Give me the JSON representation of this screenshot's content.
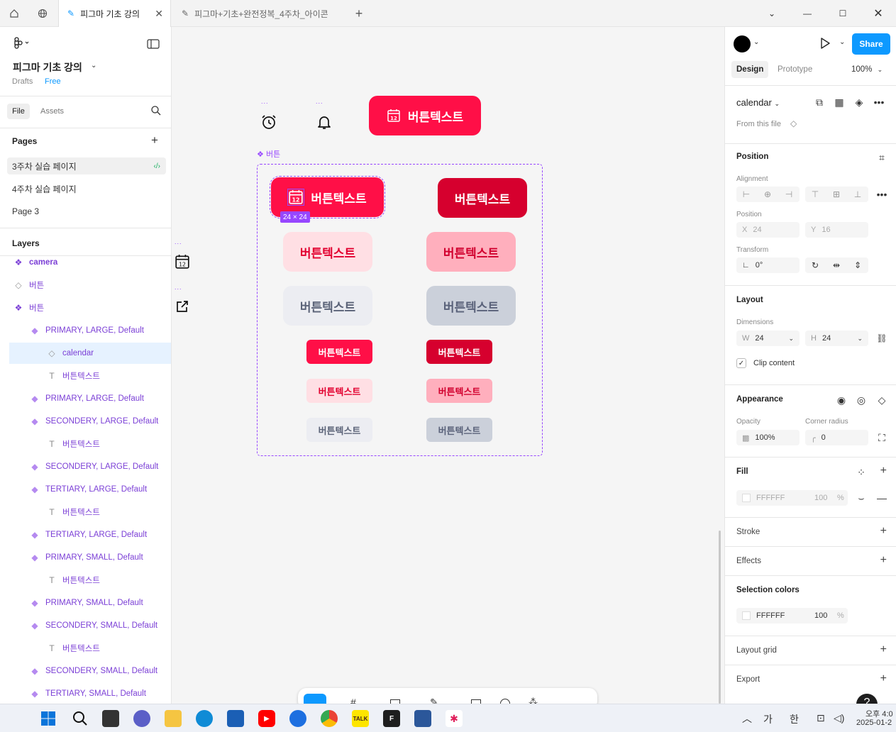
{
  "titlebar": {
    "tabs": [
      {
        "label": "피그마 기초 강의",
        "active": true
      },
      {
        "label": "피그마+기초+완전정복_4주차_아이콘",
        "active": false
      }
    ]
  },
  "left": {
    "project_title": "피그마 기초 강의",
    "drafts": "Drafts",
    "plan": "Free",
    "file_tab": "File",
    "assets_tab": "Assets",
    "pages_header": "Pages",
    "pages": [
      "3주차 실습 페이지",
      "4주차 실습 페이지",
      "Page 3"
    ],
    "layers_header": "Layers",
    "layers": [
      {
        "label": "camera",
        "icon": "component-set-icon",
        "indent": 0,
        "bold": true
      },
      {
        "label": "버튼",
        "icon": "instance-icon",
        "indent": 0
      },
      {
        "label": "버튼",
        "icon": "component-set-icon",
        "indent": 0
      },
      {
        "label": "PRIMARY, LARGE, Default",
        "icon": "component-icon",
        "indent": 1
      },
      {
        "label": "calendar",
        "icon": "instance-icon",
        "indent": 2,
        "selected": true
      },
      {
        "label": "버튼텍스트",
        "icon": "text-icon",
        "indent": 2
      },
      {
        "label": "PRIMARY, LARGE, Default",
        "icon": "component-icon",
        "indent": 1
      },
      {
        "label": "SECONDERY, LARGE, Default",
        "icon": "component-icon",
        "indent": 1
      },
      {
        "label": "버튼텍스트",
        "icon": "text-icon",
        "indent": 2
      },
      {
        "label": "SECONDERY, LARGE, Default",
        "icon": "component-icon",
        "indent": 1
      },
      {
        "label": "TERTIARY, LARGE, Default",
        "icon": "component-icon",
        "indent": 1
      },
      {
        "label": "버튼텍스트",
        "icon": "text-icon",
        "indent": 2
      },
      {
        "label": "TERTIARY, LARGE, Default",
        "icon": "component-icon",
        "indent": 1
      },
      {
        "label": "PRIMARY, SMALL, Default",
        "icon": "component-icon",
        "indent": 1
      },
      {
        "label": "버튼텍스트",
        "icon": "text-icon",
        "indent": 2
      },
      {
        "label": "PRIMARY, SMALL, Default",
        "icon": "component-icon",
        "indent": 1
      },
      {
        "label": "SECONDERY, SMALL, Default",
        "icon": "component-icon",
        "indent": 1
      },
      {
        "label": "버튼텍스트",
        "icon": "text-icon",
        "indent": 2
      },
      {
        "label": "SECONDERY, SMALL, Default",
        "icon": "component-icon",
        "indent": 1
      },
      {
        "label": "TERTIARY, SMALL, Default",
        "icon": "component-icon",
        "indent": 1
      }
    ]
  },
  "canvas": {
    "button_text": "버튼텍스트",
    "frame_label": "버튼",
    "size_badge": "24 × 24",
    "dots": "...",
    "calendar_number": "12"
  },
  "right": {
    "share": "Share",
    "tab_design": "Design",
    "tab_prototype": "Prototype",
    "zoom": "100%",
    "selection_name": "calendar",
    "from_file": "From this file",
    "position_header": "Position",
    "alignment_label": "Alignment",
    "position_label": "Position",
    "x_label": "X",
    "x_value": "24",
    "y_label": "Y",
    "y_value": "16",
    "transform_label": "Transform",
    "rotation": "0°",
    "layout_header": "Layout",
    "dimensions_label": "Dimensions",
    "w_label": "W",
    "w_value": "24",
    "h_label": "H",
    "h_value": "24",
    "clip_content": "Clip content",
    "appearance_header": "Appearance",
    "opacity_label": "Opacity",
    "opacity_value": "100%",
    "corner_label": "Corner radius",
    "corner_value": "0",
    "fill_header": "Fill",
    "fill_hex": "FFFFFF",
    "fill_opacity": "100",
    "fill_pct": "%",
    "stroke_header": "Stroke",
    "effects_header": "Effects",
    "selection_colors_header": "Selection colors",
    "sel_hex": "FFFFFF",
    "sel_opacity": "100",
    "sel_pct": "%",
    "layout_grid_header": "Layout grid",
    "export_header": "Export"
  },
  "taskbar": {
    "ime_1": "가",
    "ime_2": "한",
    "time": "오후 4:0",
    "date": "2025-01-2"
  },
  "colors": {
    "primary": "#ff0f47",
    "primary_dark": "#d6002e",
    "component_purple": "#9747ff",
    "accent_blue": "#0d99ff"
  }
}
